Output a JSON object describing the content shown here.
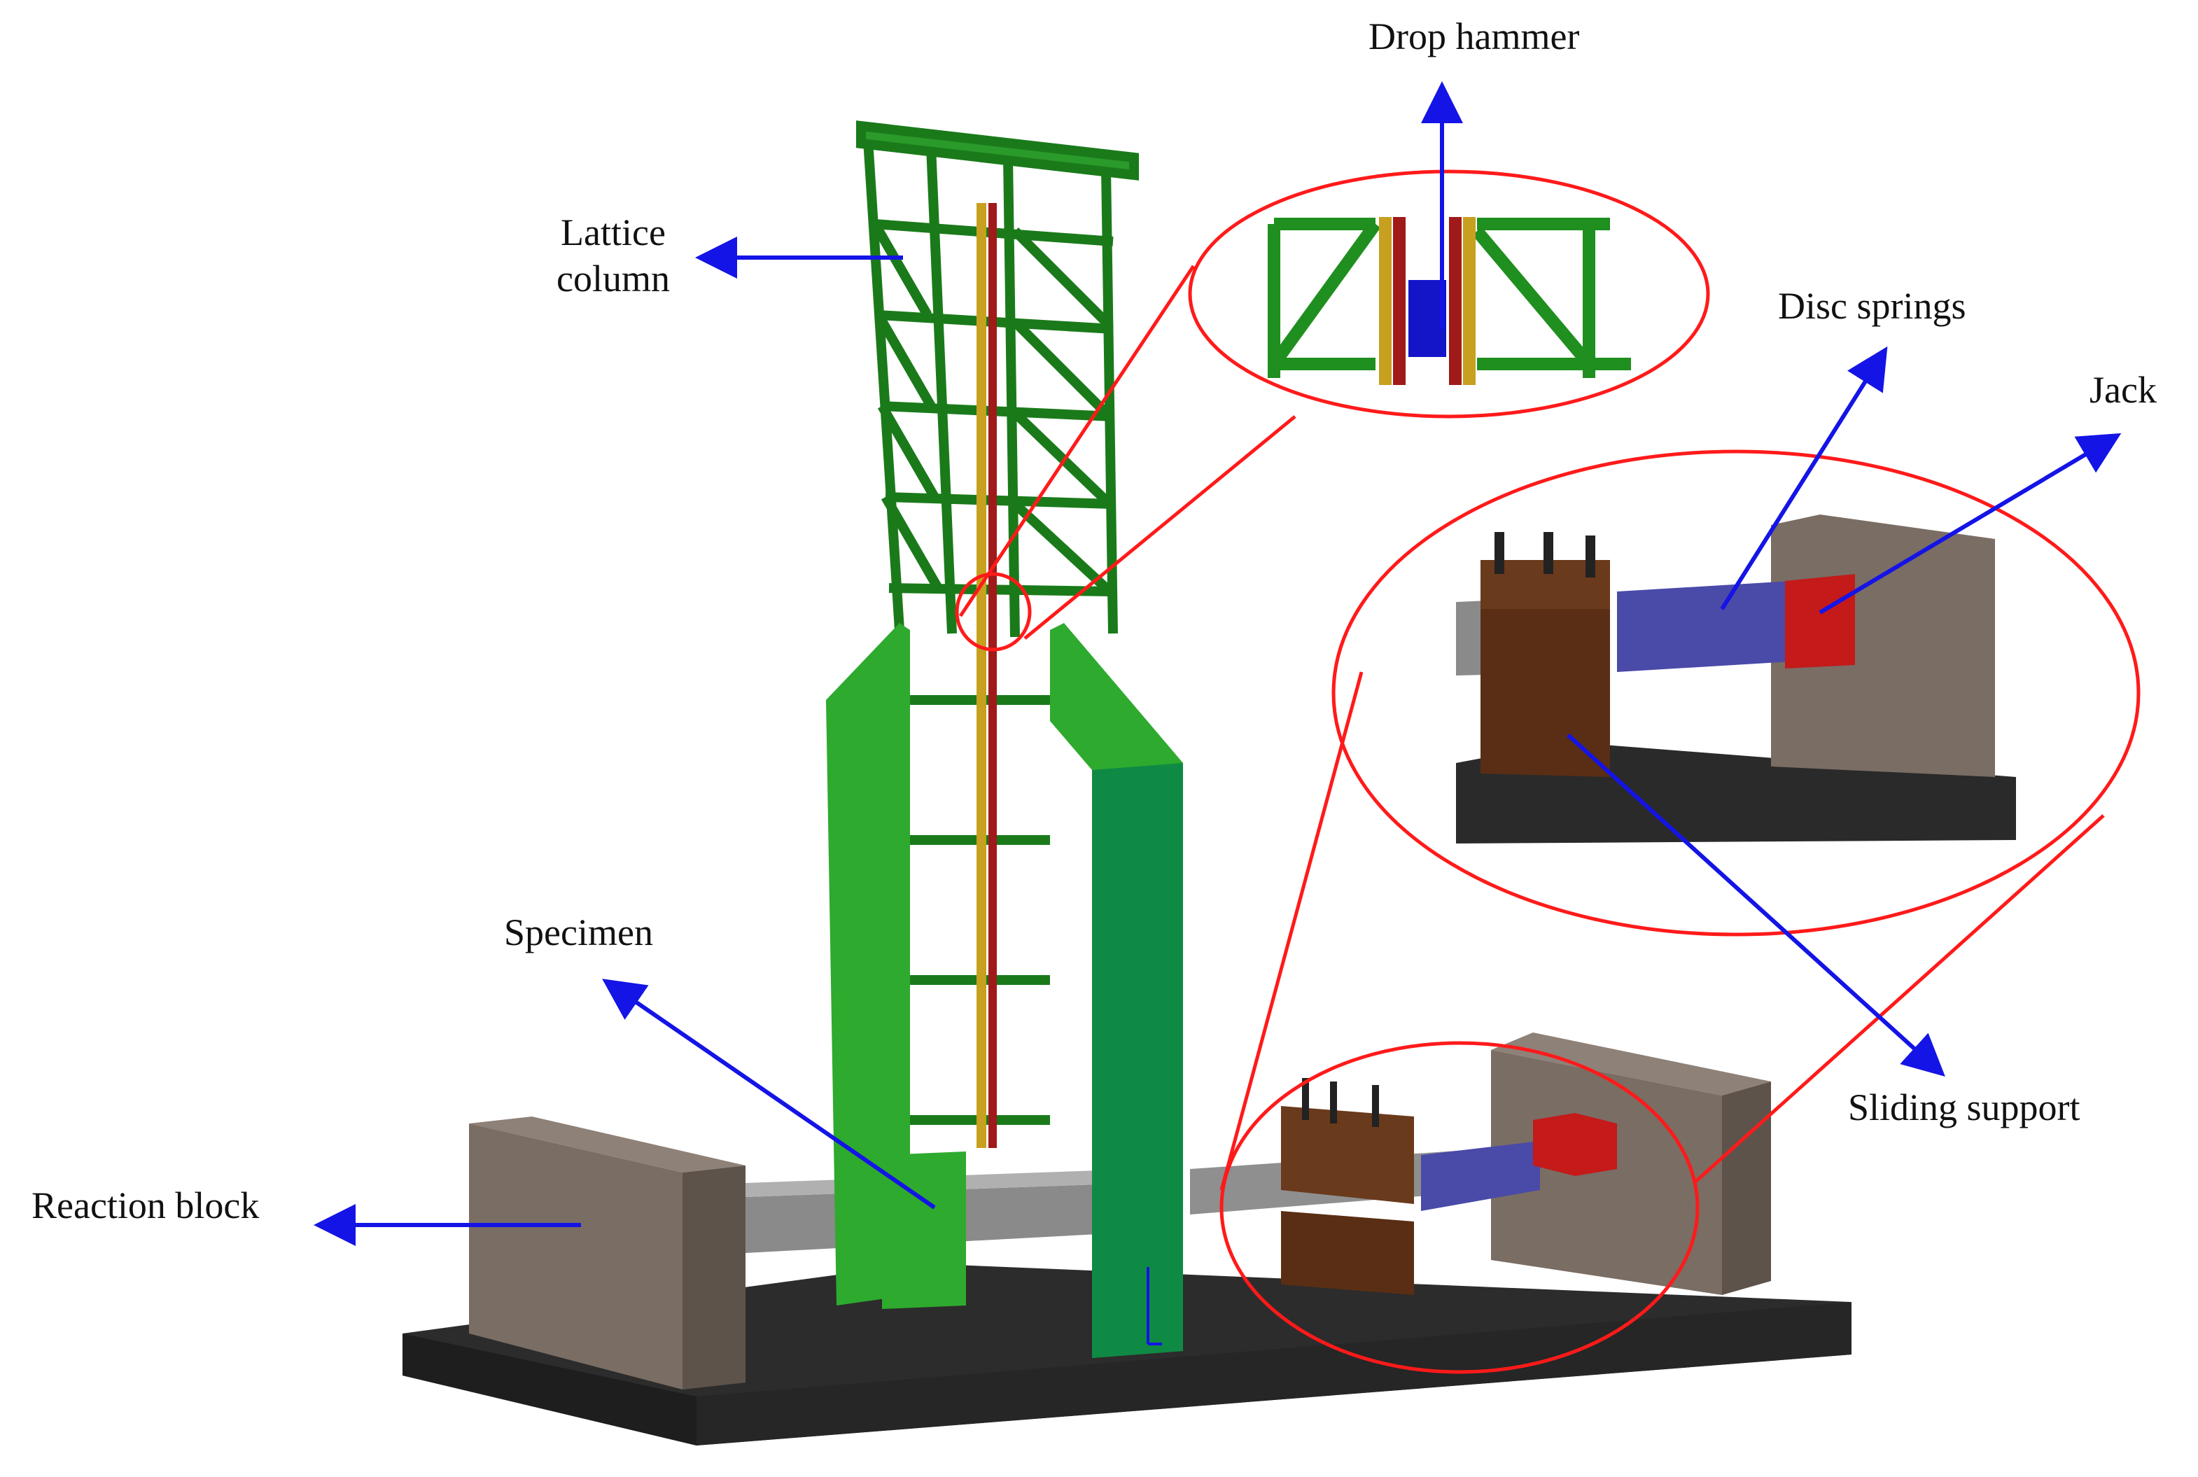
{
  "labels": {
    "drop_hammer": "Drop hammer",
    "lattice_column_line1": "Lattice",
    "lattice_column_line2": "column",
    "disc_springs": "Disc springs",
    "jack": "Jack",
    "specimen": "Specimen",
    "reaction_block": "Reaction block",
    "sliding_support": "Sliding support"
  },
  "colors": {
    "arrow": "#1414e6",
    "callout": "#ff1a1a",
    "lattice": "#1f8f1f",
    "tower_face": "#2eaa2e",
    "tower_side": "#0f8a45",
    "concrete": "#7a6d64",
    "base": "#2c2c2c",
    "specimen": "#8a8a8a",
    "support": "#5a2e14",
    "spring": "#4a4aa8",
    "jack": "#c41a1a"
  }
}
